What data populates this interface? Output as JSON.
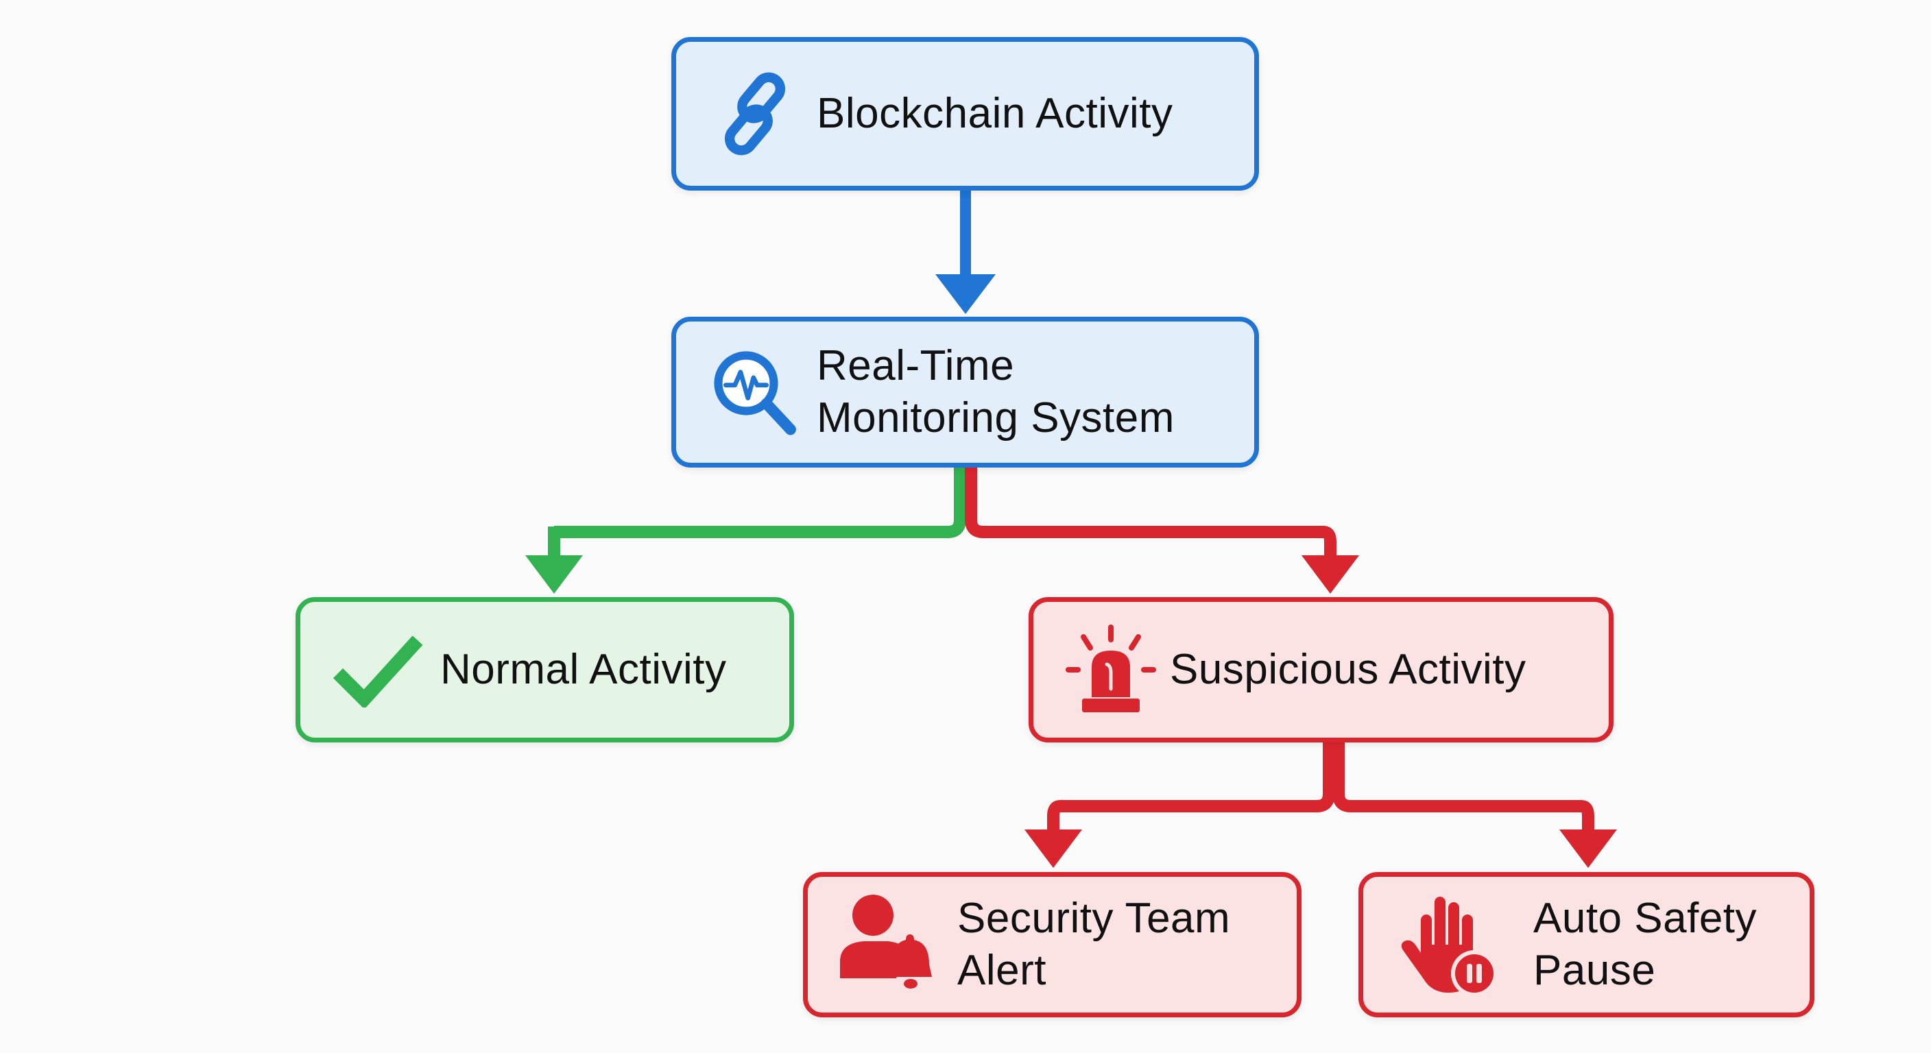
{
  "diagram": {
    "type": "flowchart",
    "colors": {
      "blue": "#1f74d4",
      "green": "#32b251",
      "red": "#d9262e"
    },
    "nodes": {
      "blockchain": {
        "label": "Blockchain Activity",
        "icon": "chain-link-icon",
        "color": "blue"
      },
      "monitoring": {
        "label_line1": "Real-Time",
        "label_line2": "Monitoring System",
        "icon": "magnifier-pulse-icon",
        "color": "blue"
      },
      "normal": {
        "label": "Normal Activity",
        "icon": "checkmark-icon",
        "color": "green"
      },
      "suspicious": {
        "label": "Suspicious Activity",
        "icon": "siren-icon",
        "color": "red"
      },
      "security": {
        "label_line1": "Security Team",
        "label_line2": "Alert",
        "icon": "user-bell-icon",
        "color": "red"
      },
      "pause": {
        "label_line1": "Auto Safety",
        "label_line2": "Pause",
        "icon": "hand-pause-icon",
        "color": "red"
      }
    },
    "edges": [
      {
        "from": "Blockchain Activity",
        "to": "Real-Time Monitoring System",
        "color": "blue"
      },
      {
        "from": "Real-Time Monitoring System",
        "to": "Normal Activity",
        "color": "green"
      },
      {
        "from": "Real-Time Monitoring System",
        "to": "Suspicious Activity",
        "color": "red"
      },
      {
        "from": "Suspicious Activity",
        "to": "Security Team Alert",
        "color": "red"
      },
      {
        "from": "Suspicious Activity",
        "to": "Auto Safety Pause",
        "color": "red"
      }
    ]
  }
}
